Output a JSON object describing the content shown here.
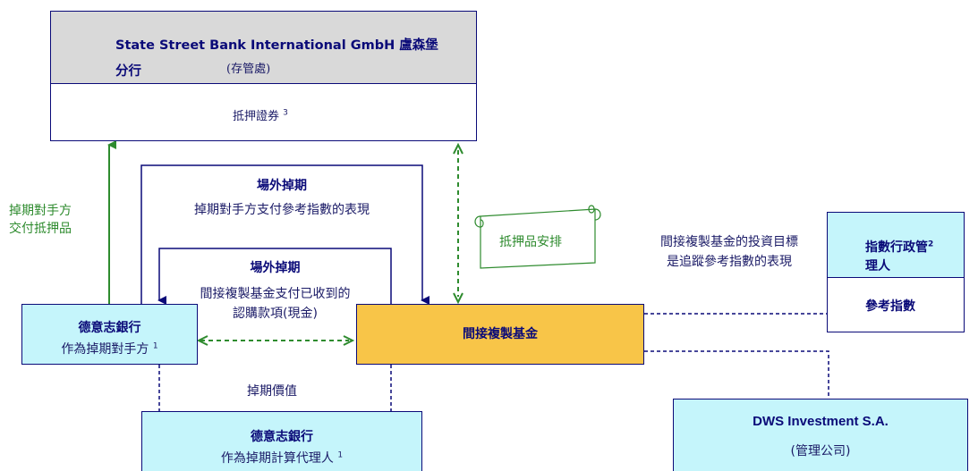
{
  "custodian": {
    "name": "State Street Bank International GmbH 盧森堡分行",
    "name_line1": "State Street Bank International GmbH 盧森堡",
    "name_line2": "分行",
    "role": "(存管處)",
    "collateral": "抵押證券",
    "collateral_sup": "3"
  },
  "left_label": {
    "line1": "掉期對手方",
    "line2": "交付抵押品"
  },
  "otc_outer": {
    "title": "場外掉期",
    "desc": "掉期對手方支付參考指數的表現"
  },
  "otc_inner": {
    "title": "場外掉期",
    "desc_line1": "間接複製基金支付已收到的",
    "desc_line2": "認購款項(現金)"
  },
  "scroll_label": "抵押品安排",
  "objective": {
    "line1": "間接複製基金的投資目標",
    "line2": "是追蹤參考指數的表現"
  },
  "index_admin": {
    "title_line1": "指數行政管",
    "title_sup": "2",
    "title_line2": "理人",
    "ref": "參考指數"
  },
  "counterparty": {
    "title": "德意志銀行",
    "role": "作為掉期對手方",
    "sup": "1"
  },
  "fund": {
    "name": "間接複製基金"
  },
  "swap_value": "掉期價值",
  "calc_agent": {
    "title": "德意志銀行",
    "role": "作為掉期計算代理人",
    "sup": "1"
  },
  "mgmt": {
    "title": "DWS Investment S.A.",
    "role": "(管理公司)"
  },
  "colors": {
    "navy": "#0a0a78",
    "green": "#2e8b2e",
    "light_blue": "#c5f5fb",
    "orange": "#f8c548",
    "grey": "#d9d9d9"
  }
}
